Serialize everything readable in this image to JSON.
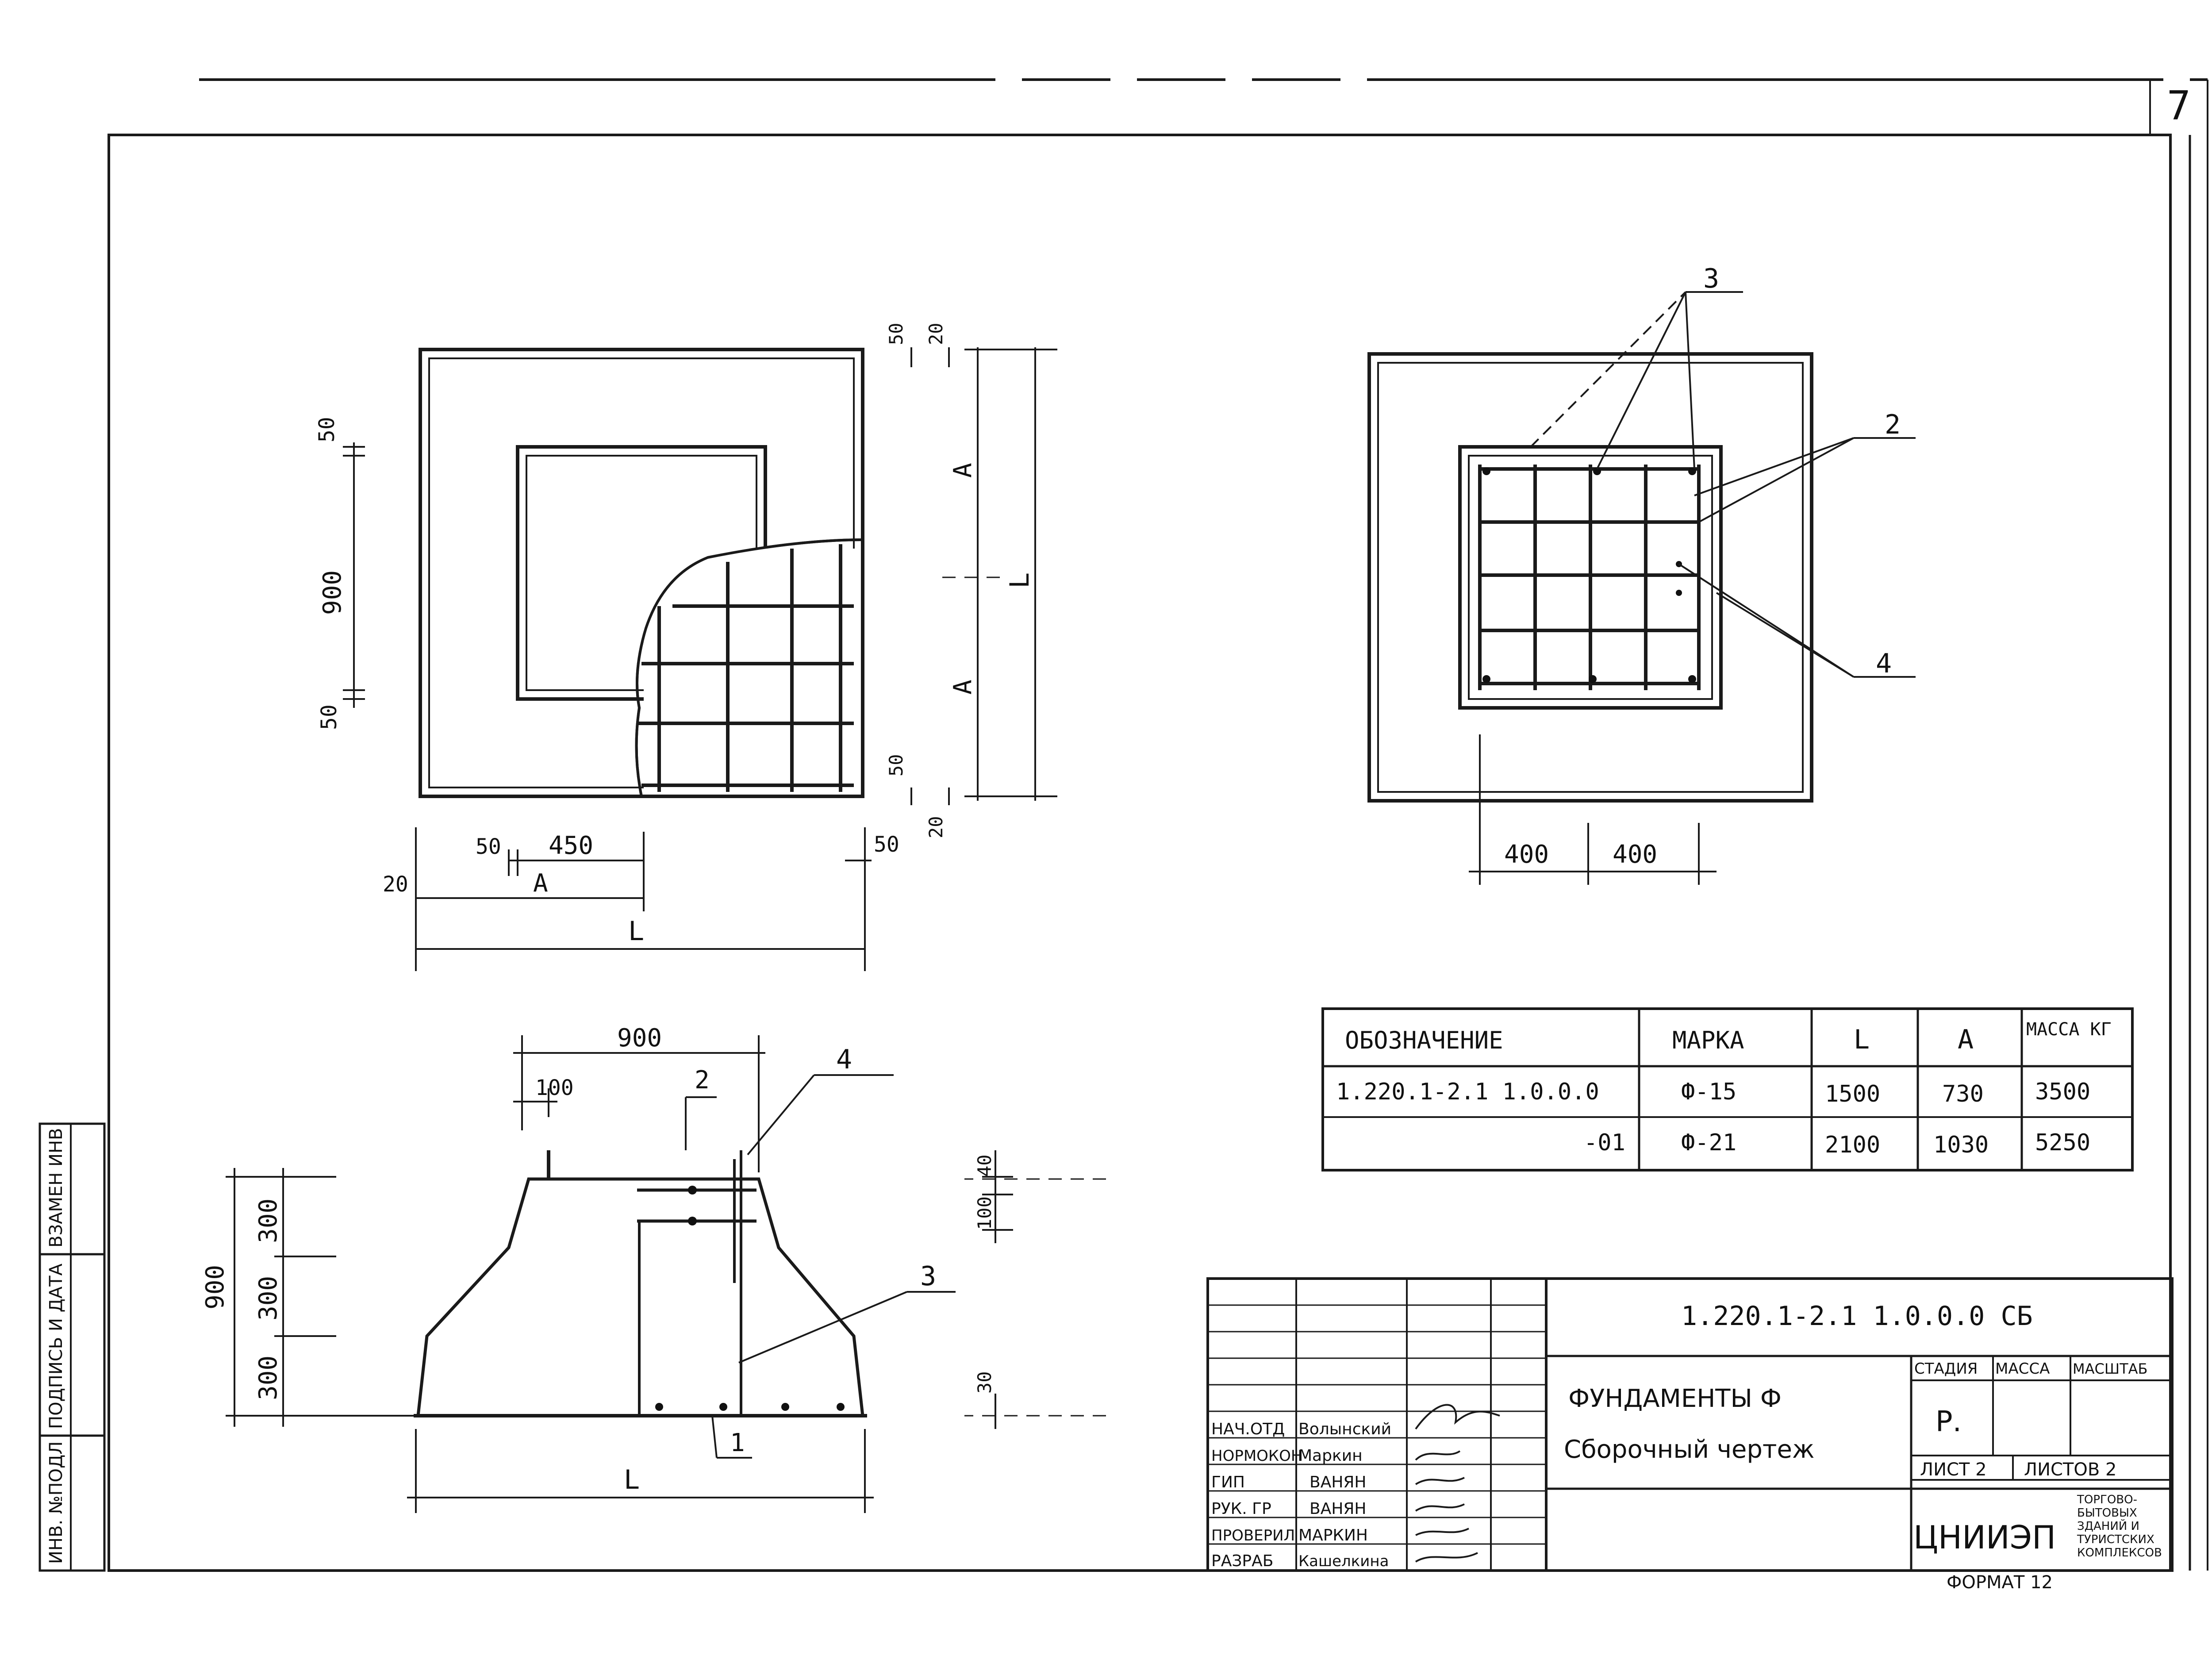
{
  "sheet": {
    "page_number": "7",
    "format": "ФОРМАТ 12"
  },
  "plan_left": {
    "dim_50_top": "50",
    "dim_900": "900",
    "dim_50_bottom": "50",
    "dim_50_right_top": "50",
    "dim_20_right_top": "20",
    "dim_A_upper": "A",
    "dim_L_right": "L",
    "dim_A_lower": "A",
    "dim_50_right_bottom": "50",
    "dim_20_right_bottom": "20",
    "dim_50_a": "50",
    "dim_450": "450",
    "dim_50_b": "50",
    "dim_20_left": "20",
    "dim_A_bottom": "A",
    "dim_L_bottom": "L"
  },
  "plan_right": {
    "pos3": "3",
    "pos2": "2",
    "pos4": "4",
    "dim_400_left": "400",
    "dim_400_right": "400"
  },
  "section": {
    "dim_900_top": "900",
    "dim_100": "100",
    "pos2": "2",
    "pos4": "4",
    "dim_40": "40",
    "dim_100_right": "100",
    "pos3": "3",
    "dim_30": "30",
    "dim_900_left": "900",
    "dim_300_a": "300",
    "dim_300_b": "300",
    "dim_300_c": "300",
    "pos1": "1",
    "dim_L": "L"
  },
  "spec_table": {
    "headers": [
      "ОБОЗНАЧЕНИЕ",
      "МАРКА",
      "L",
      "A",
      "МАССА КГ"
    ],
    "rows": [
      [
        "1.220.1-2.1  1.0.0.0",
        "Ф-15",
        "1500",
        "730",
        "3500"
      ],
      [
        "-01",
        "Ф-21",
        "2100",
        "1030",
        "5250"
      ]
    ]
  },
  "title_block": {
    "code": "1.220.1-2.1     1.0.0.0 СБ",
    "title_line1": "ФУНДАМЕНТЫ Ф",
    "title_line2": "Сборочный чертеж",
    "stage_label": "СТАДИЯ",
    "mass_label": "МАССА",
    "scale_label": "МАСШТАБ",
    "stage_value": "Р.",
    "sheet_label": "ЛИСТ 2",
    "sheets_label": "ЛИСТОВ 2",
    "org": "ЦНИИЭП",
    "org_note_1": "ТОРГОВО-",
    "org_note_2": "БЫТОВЫХ",
    "org_note_3": "ЗДАНИЙ И",
    "org_note_4": "ТУРИСТСКИХ",
    "org_note_5": "КОМПЛЕКСОВ",
    "staff": [
      {
        "role": "НАЧ.ОТД",
        "name": "Волынский"
      },
      {
        "role": "НОРМОКОН",
        "name": "Маркин"
      },
      {
        "role": "ГИП",
        "name": "ВАНЯН"
      },
      {
        "role": "РУК. ГР",
        "name": "ВАНЯН"
      },
      {
        "role": "ПРОВЕРИЛ",
        "name": "МАРКИН"
      },
      {
        "role": "РАЗРАБ",
        "name": "Кашелкина"
      }
    ]
  },
  "side_stamp": {
    "inv": "ИНВ. №ПОДЛ",
    "sign": "ПОДПИСЬ И ДАТА",
    "replace": "ВЗАМЕН ИНВ"
  }
}
